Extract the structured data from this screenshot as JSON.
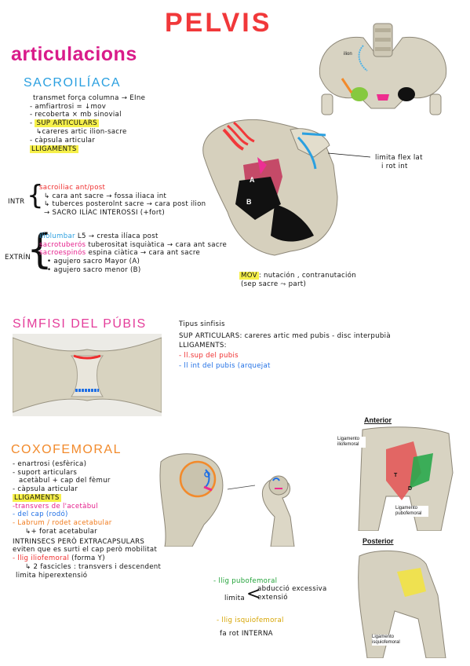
{
  "title": "PELVIS",
  "subtitle": "articulacions",
  "sacroiliaca": {
    "heading": "SACROILÍACA",
    "lines": [
      "transmet força columna → EIne",
      "- amfiartrosi = ↓mov",
      "- recoberta × mb sinovial"
    ],
    "sup_label": "SUP ARTICULARS",
    "sup_detail": "↳careres artic ilion-sacre",
    "capsula": "- càpsula articular",
    "ligaments_label": "LLIGAMENTS",
    "intr_label": "INTR",
    "intr_lines": [
      {
        "text": "sacroiliac ant/post",
        "color": "red"
      },
      {
        "text": "↳ cara ant sacre → fossa iliaca int",
        "color": "black"
      },
      {
        "text": "↳ tuberces posterolnt sacre → cara post ilion",
        "color": "black"
      },
      {
        "text": "→ SACRO ILÍAC INTEROSSI (+fort)",
        "color": "black"
      }
    ],
    "extr_label": "EXTRÍN",
    "extr_lines": [
      {
        "text": "iliolumbar",
        "color": "blue",
        "rest": " L5 → cresta ilíaca post"
      },
      {
        "text": "sacrotuberós",
        "color": "magenta",
        "rest": " tuberositat isquiàtica → cara ant sacre"
      },
      {
        "text": "sacroespinós",
        "color": "magenta",
        "rest": " espina ciàtica → cara ant sacre"
      },
      {
        "text": "• agujero sacro Mayor (A)",
        "color": "black",
        "rest": ""
      },
      {
        "text": "• agujero sacro menor (B)",
        "color": "black",
        "rest": ""
      }
    ],
    "mov_label": "MOV",
    "mov_text": ": nutación , contranutación",
    "mov_text2": "(sep sacre ⤳ part)",
    "limita_text": "limita flex lat",
    "limita_text2": "i rot int",
    "fig_labels": [
      "ilion",
      "A",
      "B"
    ]
  },
  "simfisi": {
    "heading": "SÍMFISI DEL PÚBIS",
    "tipus": "Tipus sinfisis",
    "sup": "SUP ARTICULARS: careres artic med pubis - disc interpubià",
    "ligaments": "LLIGAMENTS:",
    "lig1": "- ll.sup del pubis",
    "lig2": "- ll int del pubis (arquejat"
  },
  "coxofemoral": {
    "heading": "COXOFEMORAL",
    "lines": [
      "- enartrosi (esfèrica)",
      "- suport articulars",
      "  acetàbul + cap del fèmur",
      "- càpsula articular"
    ],
    "ligaments_label": "LLIGAMENTS",
    "lig_lines": [
      {
        "text": "-transvers de l'acetàbul",
        "color": "magenta"
      },
      {
        "text": "- del cap (rodó)",
        "color": "blue"
      },
      {
        "text": "- Labrum / rodet acetabular",
        "color": "orange"
      },
      {
        "text": "  ↳+ forat acetabular",
        "color": "black"
      }
    ],
    "intrinsecs": "INTRINSECS PERÒ EXTRACAPSULARS",
    "evitar": "eviten que es surti el cap però mobilitat",
    "ilio": "- llig iliofemoral",
    "ilio_rest": " (forma Y)",
    "fasc": "↳ 2 fascicles : transvers i descendent",
    "limit_hip": "limita hiperextensió",
    "pubo": "- llig pubofemoral",
    "pubo_limita": "limita",
    "pubo_a": "abducció excessiva",
    "pubo_b": "extensió",
    "isquio": "- llig isquiofemoral",
    "isquio_rest": "fa rot INTERNA"
  },
  "anterior": {
    "title": "Anterior",
    "lig_ilio": "Ligamento iliofemoral",
    "lig_pubo": "Ligamento pubofemoral",
    "letters": [
      "T",
      "D"
    ]
  },
  "posterior": {
    "title": "Posterior",
    "lig_isquio": "Ligamento isquiofemoral"
  }
}
